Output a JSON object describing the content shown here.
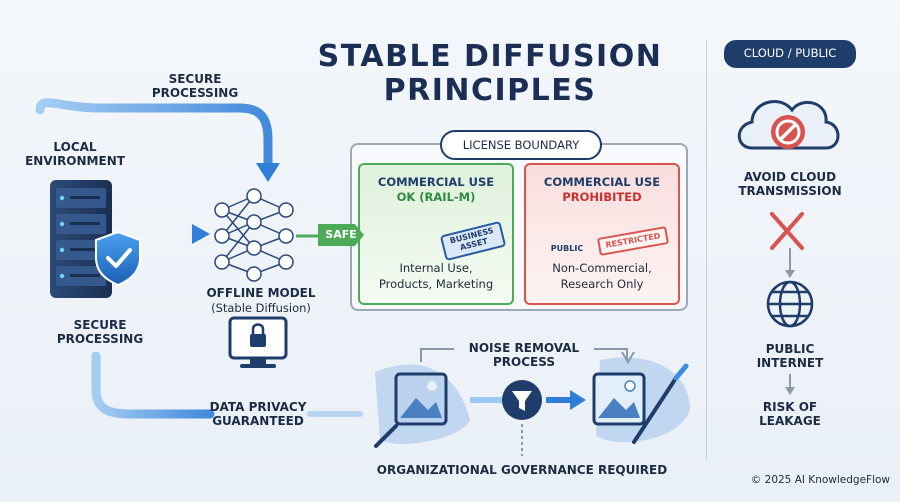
{
  "title": {
    "line1": "STABLE DIFFUSION",
    "line2": "PRINCIPLES"
  },
  "left": {
    "secure_processing_top": "SECURE\nPROCESSING",
    "local_environment": "LOCAL\nENVIRONMENT",
    "secure_processing_bottom": "SECURE\nPROCESSING",
    "data_privacy": "DATA PRIVACY\nGUARANTEED"
  },
  "model": {
    "name": "OFFLINE MODEL",
    "sub": "(Stable Diffusion)"
  },
  "license": {
    "boundary": "LICENSE BOUNDARY",
    "safe_tag": "SAFE",
    "ok_title": "COMMERCIAL USE",
    "ok_sub": "OK (RAIL-M)",
    "ok_tag": "BUSINESS ASSET",
    "ok_desc": "Internal Use,\nProducts, Marketing",
    "no_title": "COMMERCIAL USE",
    "no_sub": "PROHIBITED",
    "public_sign": "PUBLIC",
    "restricted_stamp": "RESTRICTED",
    "no_desc": "Non-Commercial,\nResearch Only"
  },
  "noise": {
    "title": "NOISE REMOVAL\nPROCESS",
    "governance": "ORGANIZATIONAL GOVERNANCE REQUIRED"
  },
  "cloud": {
    "header": "CLOUD / PUBLIC",
    "avoid": "AVOID CLOUD\nTRANSMISSION",
    "internet": "PUBLIC\nINTERNET",
    "risk": "RISK OF\nLEAKAGE"
  },
  "copyright": "© 2025 AI KnowledgeFlow",
  "colors": {
    "navy": "#1f3d6b",
    "blue_flow": "#3a8fe0",
    "green": "#4daa57",
    "red": "#d9534f"
  }
}
